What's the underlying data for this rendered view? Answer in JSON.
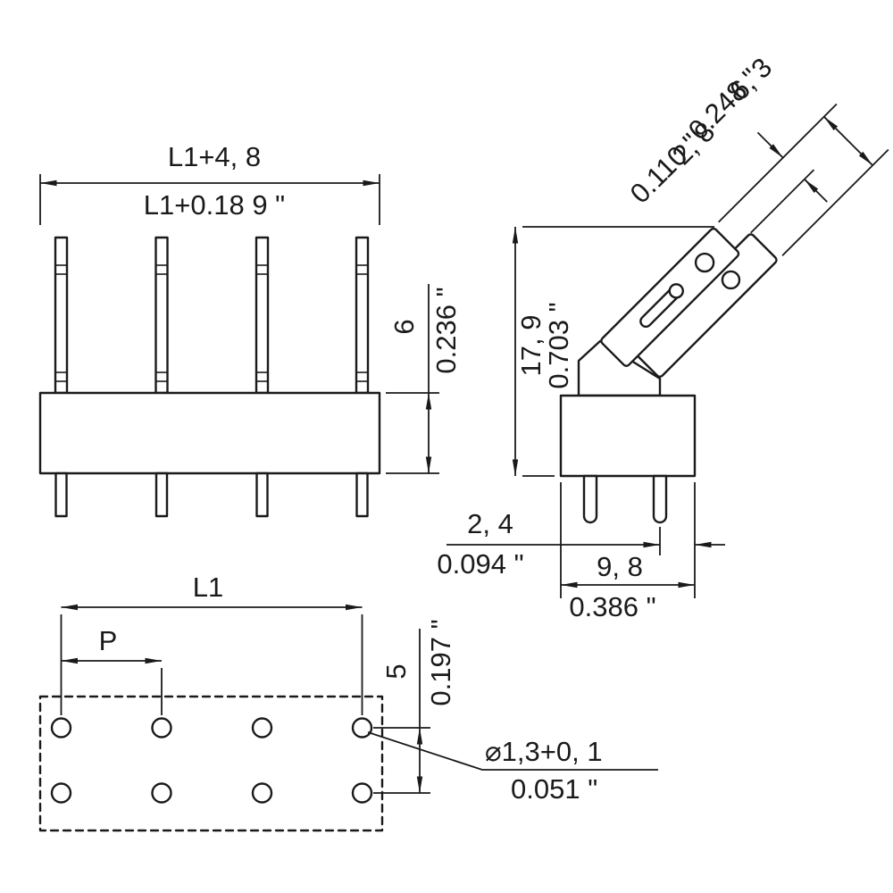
{
  "drawing": {
    "views": {
      "front": {
        "length_mm": "L1+4, 8",
        "length_in": "L1+0.18 9 \"",
        "height_mm": "6",
        "height_in": "0.236 \""
      },
      "side": {
        "tab_span_mm": "6, 3",
        "tab_span_in": "0.248 \"",
        "tab_offset_mm": "2, 8",
        "tab_offset_in": "0.110 \"",
        "total_height_mm": "17, 9",
        "total_height_in": "0.703 \"",
        "pin_edge_mm": "2, 4",
        "pin_edge_in": "0.094 \"",
        "depth_mm": "9, 8",
        "depth_in": "0.386 \""
      },
      "footprint": {
        "length_label": "L1",
        "pitch_label": "P",
        "row_spacing_mm": "5",
        "row_spacing_in": "0.197 \"",
        "hole_diameter_mm": "⌀1,3+0, 1",
        "hole_diameter_in": "0.051 \""
      }
    },
    "colors": {
      "line": "#1a1a1a",
      "background": "#ffffff"
    }
  }
}
